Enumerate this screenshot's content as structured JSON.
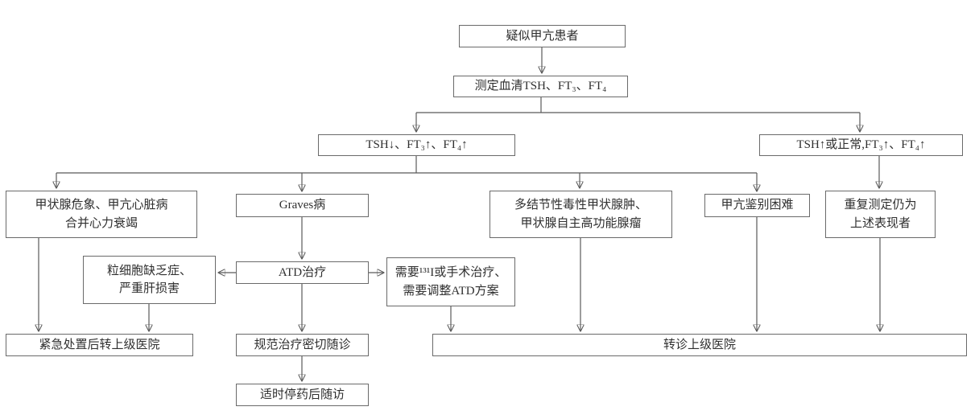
{
  "nodes": {
    "suspected": {
      "label": "疑似甲亢患者"
    },
    "measure": {
      "label": "测定血清TSH、FT₃、FT₄"
    },
    "tsh_low": {
      "label": "TSH↓、FT₃↑、FT₄↑"
    },
    "tsh_high": {
      "label": "TSH↑或正常,FT₃↑、FT₄↑"
    },
    "crisis": {
      "label": [
        "甲状腺危象、甲亢心脏病",
        "合并心力衰竭"
      ]
    },
    "graves": {
      "label": "Graves病"
    },
    "toxic_goiter": {
      "label": [
        "多结节性毒性甲状腺肿、",
        "甲状腺自主高功能腺瘤"
      ]
    },
    "hard_to_identify": {
      "label": "甲亢鉴别困难"
    },
    "repeat_measure": {
      "label": [
        "重复测定仍为",
        "上述表现者"
      ]
    },
    "agranulocytosis": {
      "label": [
        "粒细胞缺乏症、",
        "严重肝损害"
      ]
    },
    "atd": {
      "label": "ATD治疗"
    },
    "need_131i": {
      "label": [
        "需要¹³¹I或手术治疗、",
        "需要调整ATD方案"
      ]
    },
    "emergency": {
      "label": "紧急处置后转上级医院"
    },
    "standard_followup": {
      "label": "规范治疗密切随诊"
    },
    "stop_followup": {
      "label": "适时停药后随访"
    },
    "referral": {
      "label": "转诊上级医院"
    }
  },
  "style": {
    "line_color": "#595959"
  }
}
